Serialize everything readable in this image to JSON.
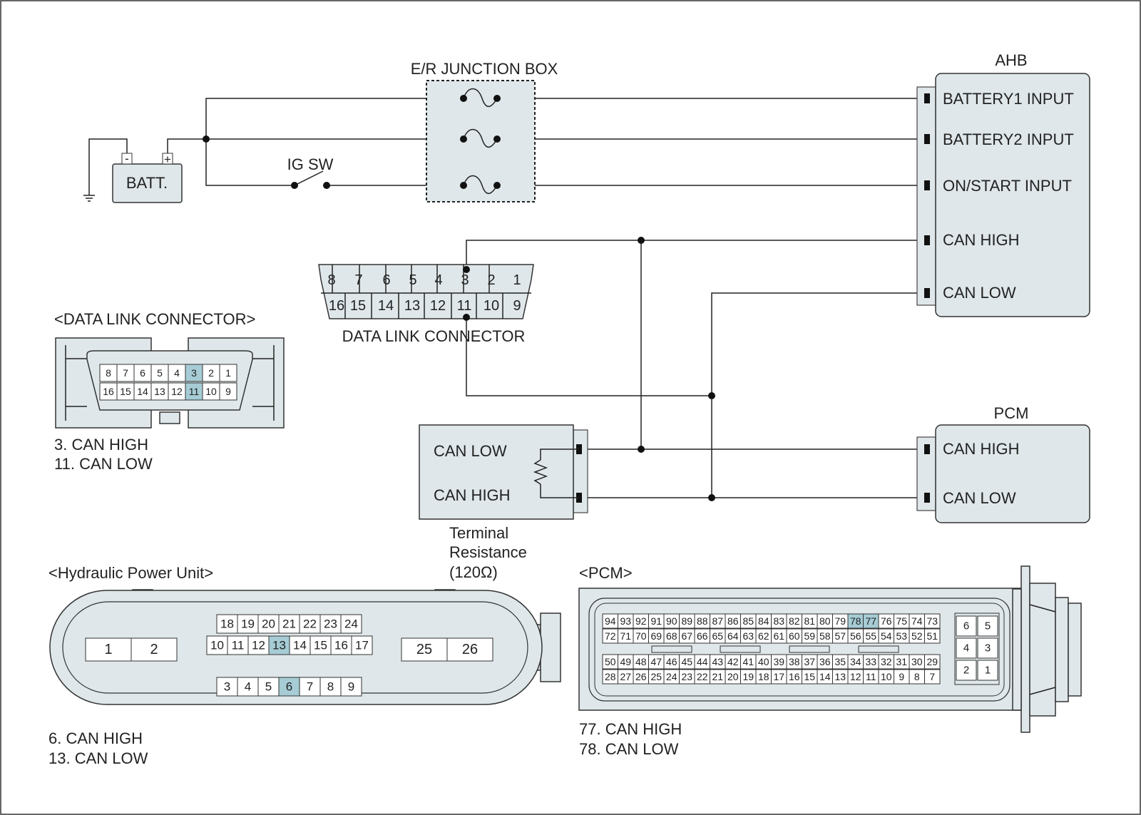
{
  "battery": {
    "label": "BATT.",
    "minus": "-",
    "plus": "+"
  },
  "ig_switch": {
    "label": "IG SW"
  },
  "junction_box": {
    "label": "E/R JUNCTION BOX"
  },
  "ahb": {
    "title": "AHB",
    "pins": [
      "BATTERY1 INPUT",
      "BATTERY2 INPUT",
      "ON/START INPUT",
      "CAN HIGH",
      "CAN LOW"
    ]
  },
  "pcm_module": {
    "title": "PCM",
    "pins": [
      "CAN HIGH",
      "CAN LOW"
    ]
  },
  "terminal": {
    "pins": [
      "CAN LOW",
      "CAN HIGH"
    ],
    "caption": [
      "Terminal",
      "Resistance",
      "(120Ω)"
    ]
  },
  "dlc_schematic": {
    "label": "DATA LINK CONNECTOR",
    "top_row": [
      "8",
      "7",
      "6",
      "5",
      "4",
      "3",
      "2",
      "1"
    ],
    "bottom_row": [
      "16",
      "15",
      "14",
      "13",
      "12",
      "11",
      "10",
      "9"
    ]
  },
  "dlc_face": {
    "title": "<DATA LINK CONNECTOR>",
    "top_row": [
      "8",
      "7",
      "6",
      "5",
      "4",
      "3",
      "2",
      "1"
    ],
    "bottom_row": [
      "16",
      "15",
      "14",
      "13",
      "12",
      "11",
      "10",
      "9"
    ],
    "highlighted": [
      "3",
      "11"
    ],
    "notes": [
      "3. CAN HIGH",
      "11. CAN LOW"
    ]
  },
  "hpu_face": {
    "title": "<Hydraulic Power Unit>",
    "left_pins": [
      "1",
      "2"
    ],
    "right_pins": [
      "25",
      "26"
    ],
    "row_top": [
      "18",
      "19",
      "20",
      "21",
      "22",
      "23",
      "24"
    ],
    "row_mid": [
      "10",
      "11",
      "12",
      "13",
      "14",
      "15",
      "16",
      "17"
    ],
    "row_bot": [
      "3",
      "4",
      "5",
      "6",
      "7",
      "8",
      "9"
    ],
    "highlighted": [
      "6",
      "13"
    ],
    "notes": [
      "6. CAN HIGH",
      "13. CAN LOW"
    ]
  },
  "pcm_face": {
    "title": "<PCM>",
    "row1": [
      "94",
      "93",
      "92",
      "91",
      "90",
      "89",
      "88",
      "87",
      "86",
      "85",
      "84",
      "83",
      "82",
      "81",
      "80",
      "79",
      "78",
      "77",
      "76",
      "75",
      "74",
      "73"
    ],
    "row2": [
      "72",
      "71",
      "70",
      "69",
      "68",
      "67",
      "66",
      "65",
      "64",
      "63",
      "62",
      "61",
      "60",
      "59",
      "58",
      "57",
      "56",
      "55",
      "54",
      "53",
      "52",
      "51"
    ],
    "row3": [
      "50",
      "49",
      "48",
      "47",
      "46",
      "45",
      "44",
      "43",
      "42",
      "41",
      "40",
      "39",
      "38",
      "37",
      "36",
      "35",
      "34",
      "33",
      "32",
      "31",
      "30",
      "29"
    ],
    "row4": [
      "28",
      "27",
      "26",
      "25",
      "24",
      "23",
      "22",
      "21",
      "20",
      "19",
      "18",
      "17",
      "16",
      "15",
      "14",
      "13",
      "12",
      "11",
      "10",
      "9",
      "8",
      "7"
    ],
    "side_pins": [
      [
        "6",
        "5"
      ],
      [
        "4",
        "3"
      ],
      [
        "2",
        "1"
      ]
    ],
    "highlighted": [
      "77",
      "78"
    ],
    "notes": [
      "77. CAN HIGH",
      "78. CAN LOW"
    ]
  }
}
